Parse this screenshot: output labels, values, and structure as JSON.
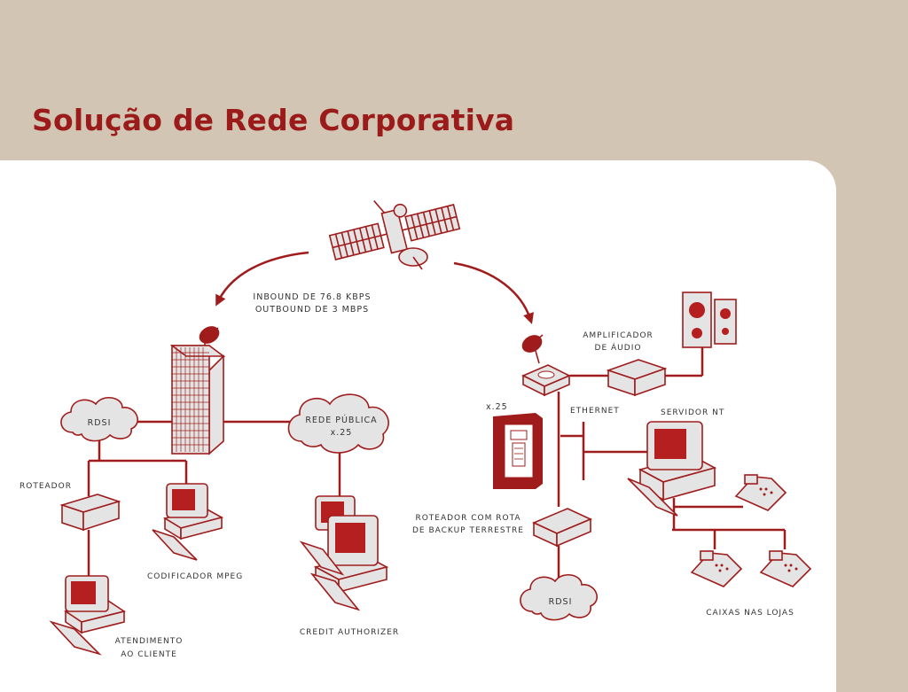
{
  "slide": {
    "title": "Solução de Rede Corporativa"
  },
  "diagram": {
    "link_speed": {
      "inbound": "INBOUND DE 76.8 KBPS",
      "outbound": "OUTBOUND DE 3 MBPS"
    },
    "left_site": {
      "rdsi": "RDSI",
      "roteador": "ROTEADOR",
      "codificador": "CODIFICADOR MPEG",
      "atendimento_1": "ATENDIMENTO",
      "atendimento_2": "AO CLIENTE",
      "rede_publica_1": "REDE PÚBLICA",
      "rede_publica_2": "x.25",
      "credit": "CREDIT AUTHORIZER"
    },
    "right_site": {
      "x25": "x.25",
      "amplificador_1": "AMPLIFICADOR",
      "amplificador_2": "DE ÁUDIO",
      "ethernet": "ETHERNET",
      "servidor": "SERVIDOR NT",
      "roteador_backup_1": "ROTEADOR COM ROTA",
      "roteador_backup_2": "DE BACKUP TERRESTRE",
      "rdsi": "RDSI",
      "caixas": "CAIXAS NAS LOJAS"
    }
  },
  "colors": {
    "accent": "#a01c1c",
    "title": "#9b1b1b",
    "background": "#d2c5b3",
    "panel": "#ffffff",
    "device_fill": "#e4e4e4"
  }
}
